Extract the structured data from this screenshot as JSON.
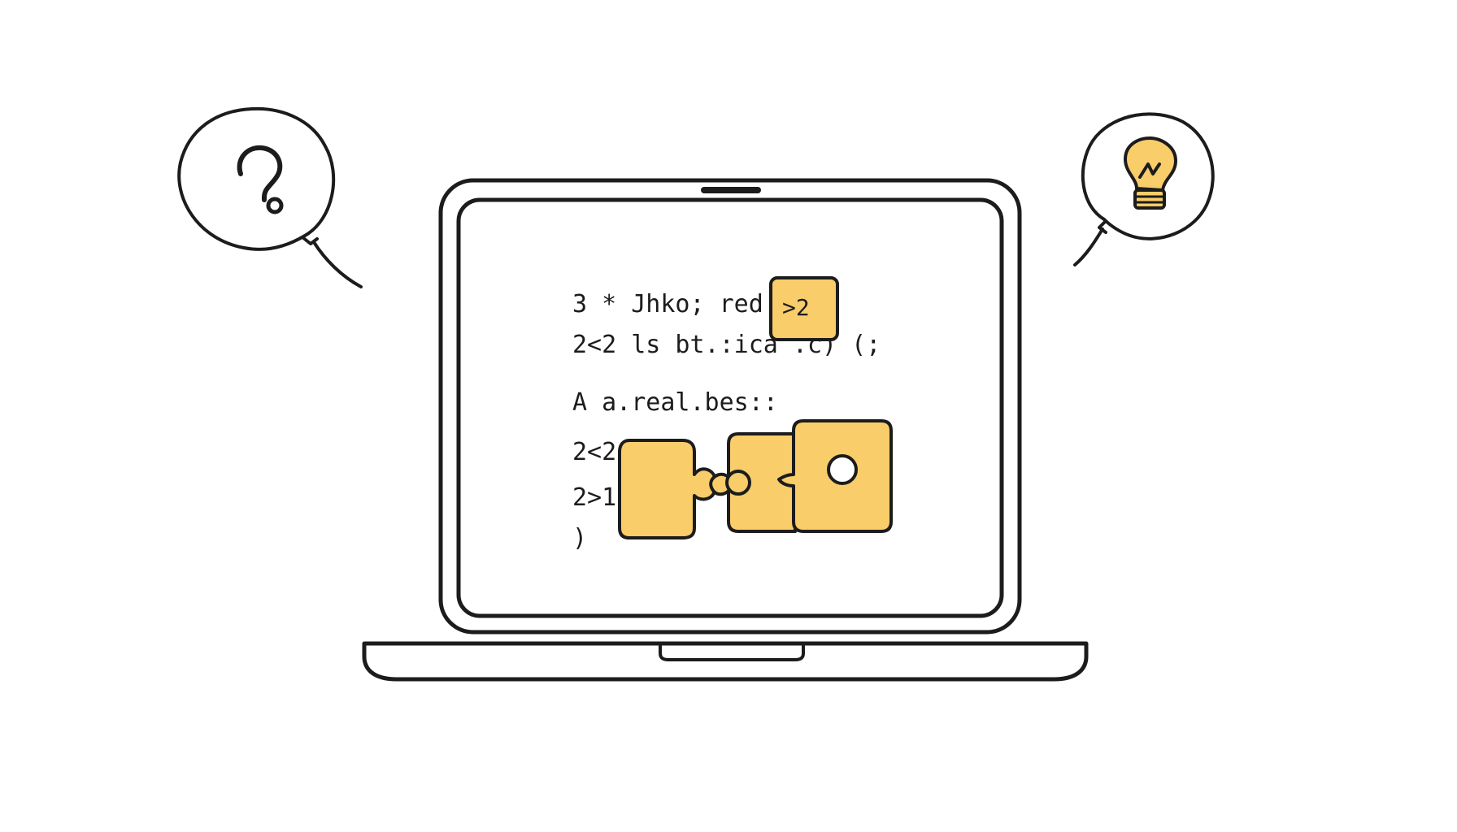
{
  "palette": {
    "ink": "#1c1c1c",
    "accent": "#f8cd6a",
    "screen": "#ffffff",
    "background": "#ffffff"
  },
  "icons": {
    "left_bubble": "question-mark-icon",
    "right_bubble": "lightbulb-icon",
    "puzzle": "puzzle-piece-icon"
  },
  "screen": {
    "code_lines": [
      "3 * Jhko; red:",
      "2<2 ls bt.:ica  .c) (;",
      "A a.real.bes::",
      "2<2",
      "2>1",
      ")"
    ],
    "tile_label": ">2"
  }
}
